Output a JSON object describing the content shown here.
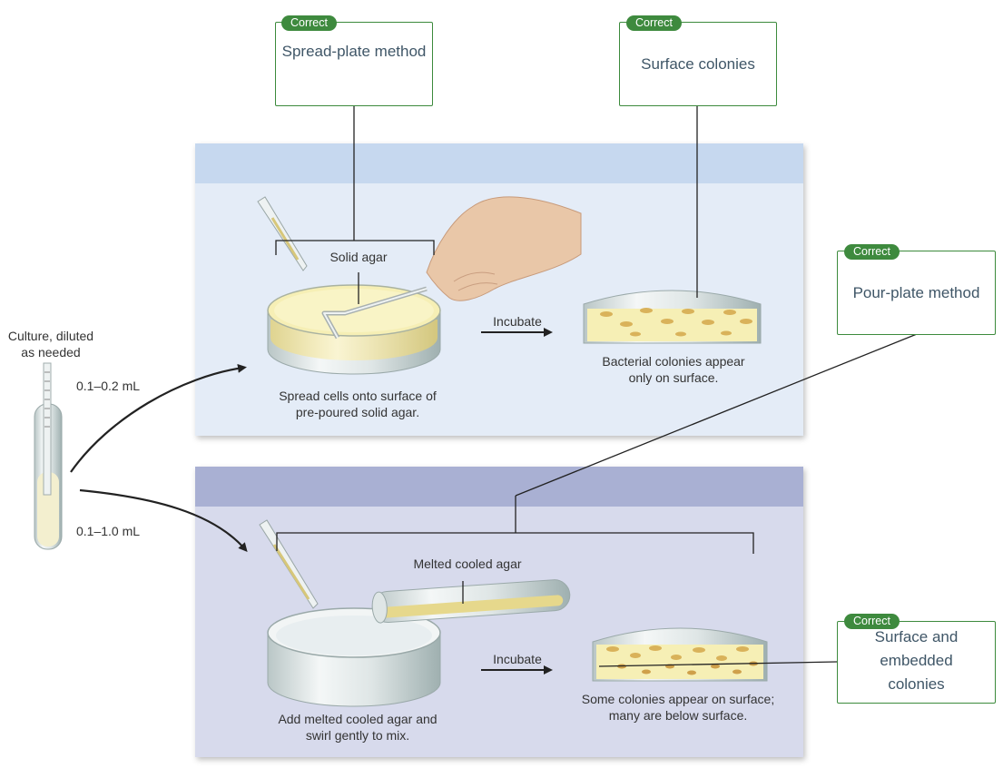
{
  "boxes": {
    "spread": {
      "badge": "Correct",
      "text": "Spread-plate method"
    },
    "surface": {
      "badge": "Correct",
      "text": "Surface colonies"
    },
    "pour": {
      "badge": "Correct",
      "text": "Pour-plate method"
    },
    "embedded": {
      "badge": "Correct",
      "text": "Surface and embedded colonies"
    }
  },
  "labels": {
    "culture": "Culture, diluted as needed",
    "vol1": "0.1–0.2 mL",
    "vol2": "0.1–1.0 mL",
    "solid_agar": "Solid agar",
    "incubate1": "Incubate",
    "spread_caption": "Spread cells onto surface of pre-poured solid agar.",
    "bacterial_caption": "Bacterial colonies appear only on surface.",
    "melted_agar": "Melted cooled agar",
    "incubate2": "Incubate",
    "add_caption": "Add melted cooled agar and swirl gently to mix.",
    "some_caption": "Some colonies appear on surface; many are below surface."
  },
  "colors": {
    "badge": "#3e8a3e",
    "box_text": "#3f5667",
    "panel1_bg": "#e4ecf7",
    "panel1_band": "#c6d8ef",
    "panel2_bg": "#d7daec",
    "panel2_band": "#a9b0d3",
    "agar": "#f6efb5",
    "colony": "#d9b25a"
  }
}
